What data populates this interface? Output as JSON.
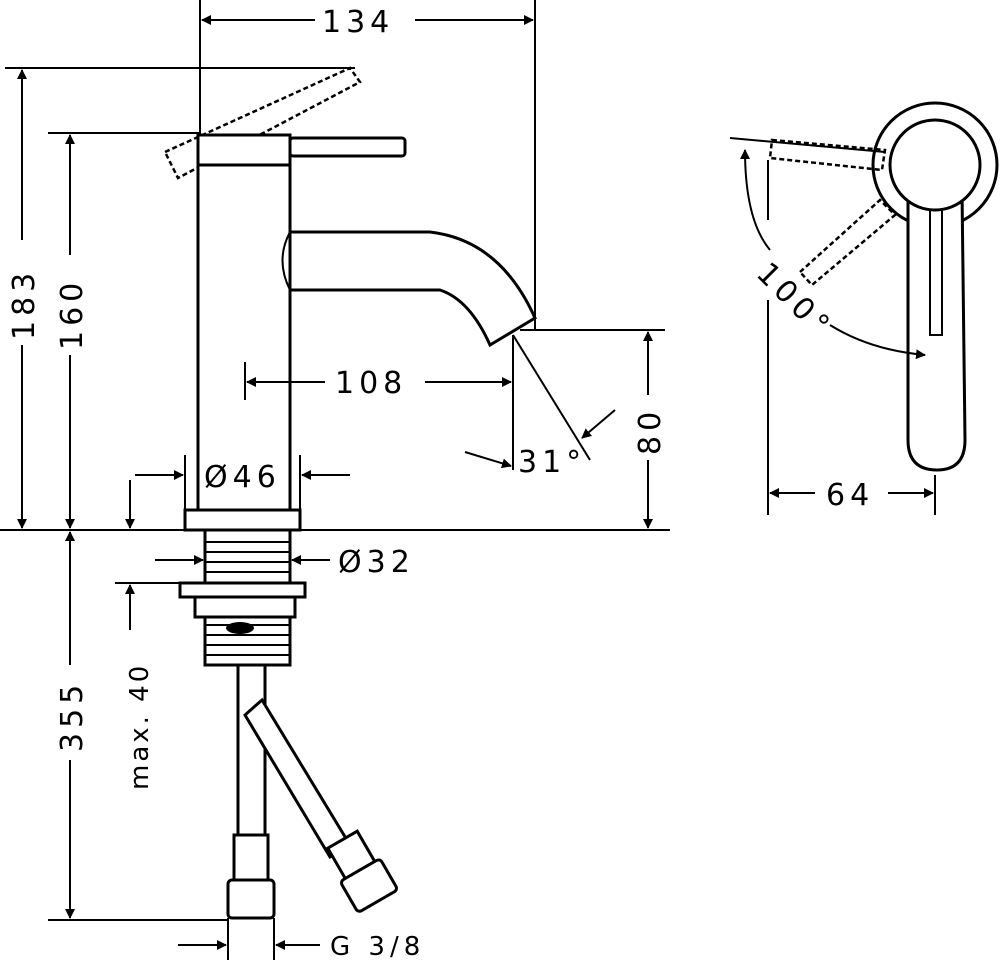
{
  "drawing": {
    "dimensions": {
      "total_width": "134",
      "total_height": "183",
      "spout_top_height": "160",
      "spout_reach": "108",
      "spout_angle": "31°",
      "spout_outlet_height": "80",
      "body_diameter": "Ø46",
      "shank_diameter": "Ø32",
      "below_deck_length": "355",
      "max_deck_thickness": "max. 40",
      "connection_thread": "G 3/8",
      "handle_rotation": "100°",
      "side_width": "64"
    }
  }
}
